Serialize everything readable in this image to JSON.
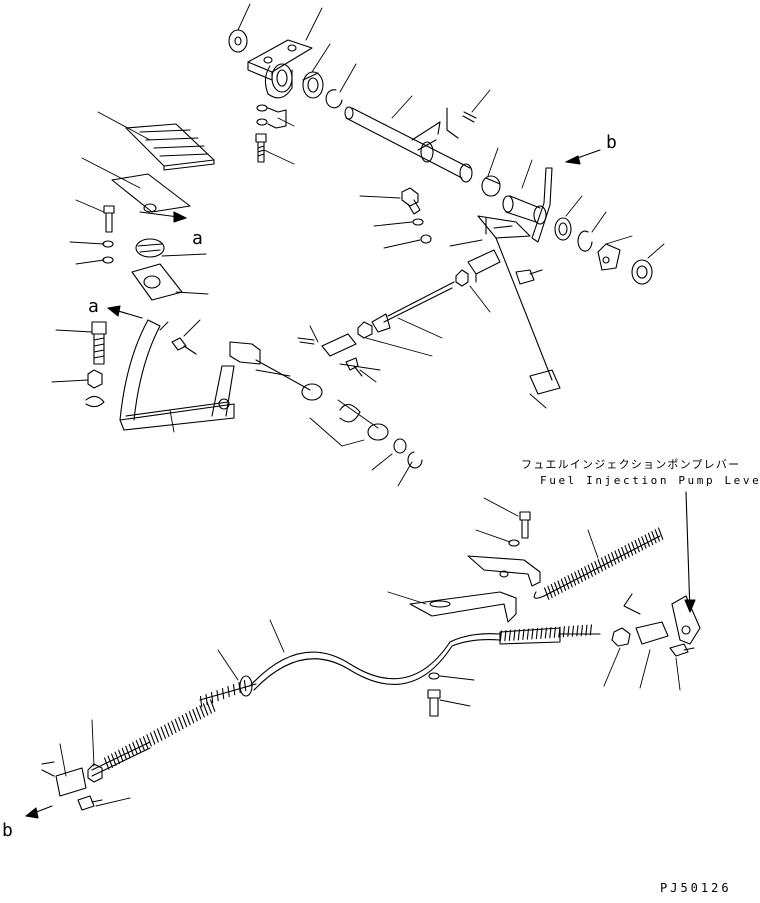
{
  "callouts": {
    "a": "a",
    "b": "b"
  },
  "target_label": {
    "japanese": "フュエルインジェクションポンプレバー",
    "english": "Fuel Injection Pump Lever"
  },
  "drawing_number": "PJ50126"
}
